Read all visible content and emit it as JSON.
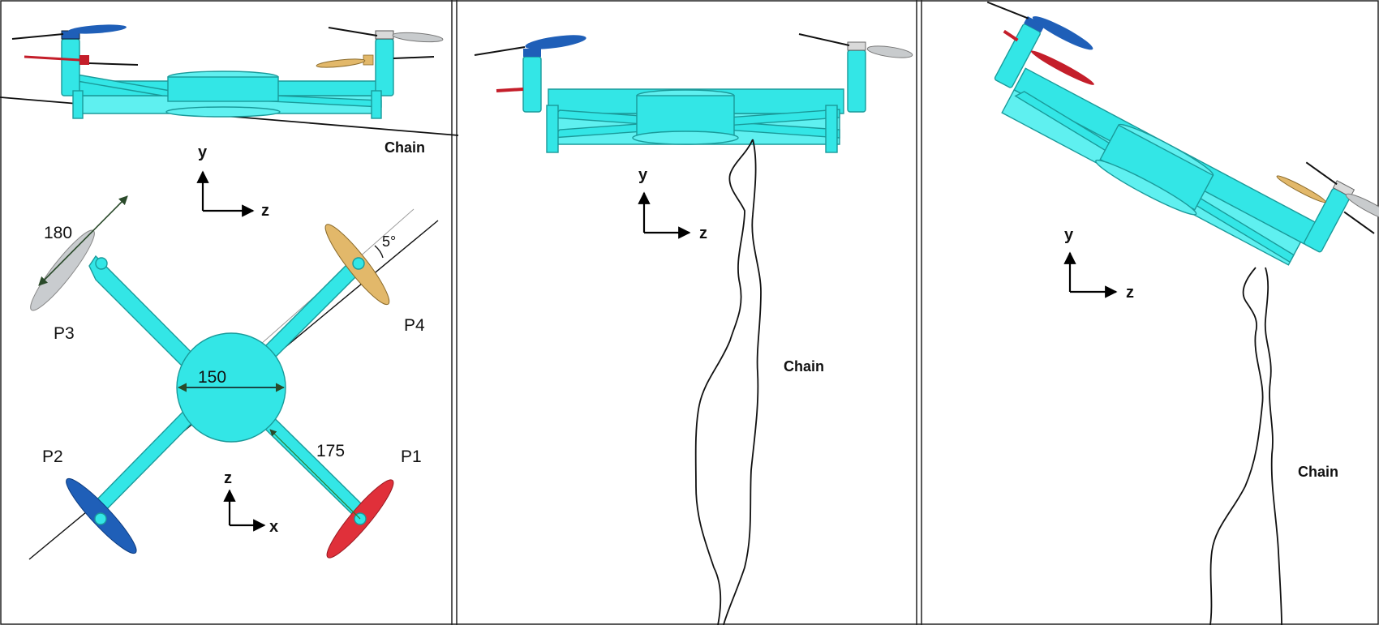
{
  "panel_left": {
    "top_view": {
      "chain_label": "Chain",
      "axis_y": "y",
      "axis_z": "z"
    },
    "plan_view": {
      "dim_prop": "180",
      "dim_body": "150",
      "dim_arm": "175",
      "angle": "5°",
      "prop_labels": {
        "p1": "P1",
        "p2": "P2",
        "p3": "P3",
        "p4": "P4"
      },
      "axis_z": "z",
      "axis_x": "x"
    }
  },
  "panel_middle": {
    "chain_label": "Chain",
    "axis_y": "y",
    "axis_z": "z"
  },
  "panel_right": {
    "chain_label": "Chain",
    "axis_y": "y",
    "axis_z": "z"
  },
  "colors": {
    "frame": "#33e6e6",
    "prop_blue": "#1f5fb8",
    "prop_red": "#e0303a",
    "prop_gray": "#bfc3c6",
    "prop_gold": "#e2b86a"
  }
}
